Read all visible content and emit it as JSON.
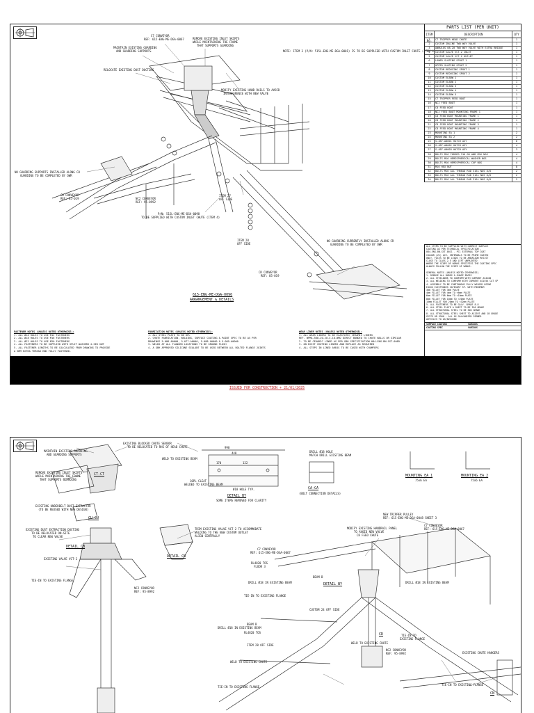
{
  "sheet1": {
    "parts_list": {
      "title": "PARTS LIST (PER UNIT)",
      "headers": [
        "ITEM No.",
        "DESCRIPTION",
        "QTY"
      ],
      "rows": [
        [
          "1",
          "C7 TRIPPER HEAD CHUTE",
          "1"
        ],
        [
          "2",
          "CUSTOM INLINE TWO WAY VALVE",
          "1"
        ],
        [
          "3",
          "ANNULUS 08-20 TWO WAY VALVE WITH EXTRA BRIDGE",
          "1"
        ],
        [
          "4",
          "CUSTOM VALVE VCT-2 INLET",
          "1"
        ],
        [
          "5",
          "CUSTOM VALVE VCT-2 OUTLET",
          "1"
        ],
        [
          "6",
          "LOWER SLOPING SPOUT 1",
          "1"
        ],
        [
          "7",
          "UPPER SLOPING SPOUT 2",
          "1"
        ],
        [
          "8",
          "CUSTOM REDUCING SPOUT 1",
          "1"
        ],
        [
          "9",
          "CUSTOM REDUCING SPOUT 2",
          "1"
        ],
        [
          "10",
          "CUSTOM ELBOW 1",
          "1"
        ],
        [
          "11",
          "CUSTOM ELBOW 2",
          "1"
        ],
        [
          "12",
          "CUSTOM ELBOW 3",
          "1"
        ],
        [
          "13",
          "CUSTOM ELBOW 4",
          "1"
        ],
        [
          "14",
          "CUSTOM ELBOW 5",
          "1"
        ],
        [
          "15",
          "C7 TRIPPER FEED BOOT",
          "1"
        ],
        [
          "16",
          "NC2 FEED BOOT",
          "1"
        ],
        [
          "17",
          "C8 FEED BOOT",
          "1"
        ],
        [
          "18",
          "NC2 FEED BOOT MOUNTING FRAME 1",
          "1"
        ],
        [
          "19",
          "C8 FEED BOOT MOUNTING FRAME 1",
          "1"
        ],
        [
          "20",
          "C8 FEED BOOT MOUNTING FRAME 2",
          "1"
        ],
        [
          "21",
          "C8 FEED BOOT MOUNTING FRAME 3",
          "1"
        ],
        [
          "22",
          "C8 FEED BOOT MOUNTING FRAME 4",
          "1"
        ],
        [
          "23",
          "MOUNTING EA 1",
          "2"
        ],
        [
          "24",
          "MOUNTING EA 2",
          "2"
        ],
        [
          "25",
          "S-4B7-A0001 HATCH ASY",
          "6"
        ],
        [
          "26",
          "S-4B7-A0002 HATCH ASY",
          "4"
        ],
        [
          "27",
          "S-4B7-A0003 HATCH ASY",
          "3"
        ],
        [
          "28",
          "BOLTS M16 FORGED 316 OD AND M16 NOS",
          "4"
        ],
        [
          "29",
          "BOLTS M16 HEMISPHERICAL WASHER NOS",
          "4"
        ],
        [
          "30",
          "BOLTS M16 HEMISPHERICAL CUP NOS",
          "4"
        ],
        [
          "31",
          "M16 HEX NUT",
          "8"
        ],
        [
          "32",
          "BOLTS M16 ALL THREAD ROD 316L NOS 8/8",
          "2"
        ],
        [
          "33",
          "BOLTS M16 ALL THREAD ROD 316L NOS 8/8",
          "2"
        ],
        [
          "34",
          "BOLTS M16 ALL THREAD ROD 316L NOS 8/8",
          "2"
        ]
      ]
    },
    "note_top": "NOTE: ITEM 3 (P/N: 515L-ENG-ME-DGA-0001) IS TO BE SUPPLIED WITH CUSTOM INLET CHUTE (ITEM 4)",
    "callouts": {
      "c7_conveyor": "C7 CONVEYOR",
      "c7_ref": "REF: 615-ENG-ME-DGA-0067",
      "maintain_guarding": "MAINTAIN EXISTING GUARDING",
      "maintain_guarding2": "AND GUARDING SUPPORTS",
      "remove_skirts": "REMOVE EXISTING INLET SKIRTS",
      "remove_skirts2": "WHILE MAINTAINING THE FRAME",
      "remove_skirts3": "THAT SUPPORTS GUARDING",
      "relocate_dust": "RELOCATE EXISTING DUST DUCTING",
      "modify_rails": "MODIFY EXISTING HAND RAILS TO AVOID",
      "modify_rails2": "INTERFERENCE WITH NEW VALVE",
      "no_guarding": "NO GUARDING SUPPORTS INSTALLED ALONG C8",
      "no_guarding2": "GUARDING TO BE COMPLETED BY OWR",
      "c8_conveyor": "C8 CONVEYOR",
      "c8_ref": "REF: 85-019",
      "nc2_conveyor": "NC2 CONVEYOR",
      "nc2_ref": "REF: 95-8992",
      "pn_note": "P/N: 515L-ENG-ME-DGA-0098",
      "pn_note2": "TO BE SUPPLIED WITH CUSTOM INLET CHUTE (ITEM 4)",
      "item27": "ITEM 27",
      "item27b": "OFF SIDE",
      "item28": "ITEM 28",
      "item28b": "OFF SIDE",
      "cr_guarding": "NO GUARDING CURRENTLY INSTALLED ALONG CR",
      "cr_guarding2": "GUARDING TO BE COMPLETED BY OWR",
      "cr_conveyor": "CR CONVEYOR",
      "cr_ref": "REF: 85-019",
      "drawing_title": "615-ENG-ME-DGA-0096",
      "drawing_subtitle": "ARRANGEMENT & DETAILS"
    },
    "fastener_notes": {
      "heading": "FASTENER NOTES (UNLESS NOTED OTHERWISE):",
      "lines": [
        "1.  ALL Ø16 HOLES TO USE M12 FASTENERS",
        "2.  ALL Ø18 HOLES TO USE M16 FASTENERS",
        "3.  ALL Ø22 HOLES TO USE M20 FASTENERS",
        "4.  ALL FASTENERS TO BE SUPPLIED WITH SPLIT WASHERS & HEX NUT",
        "5.  ALL FASTENER LENGTHS TO BE CALCULATED FROM DRAWING TO PROVIDE",
        "    A 5MM EXTRA THREAD END FULLY FASTENED."
      ]
    },
    "fabrication_notes": {
      "heading": "FABRICATION NOTES (UNLESS NOTED OTHERWISE):",
      "lines": [
        "1.  ALL STEEL PLATE TO BE 6PL",
        "2.  CHUTE FABRICATION, WELDING, SURFACE COATING & PAINT SPEC TO BE AS PER",
        "    DRAWINGS 5-086-A0000, 5-077-A0000, 5-088-A0000 & 5-089-A0000",
        "3.  WELDS AT ALL FLANGED LOCATIONS TO BE GROUND FLUSH",
        "4.  A GBH APPROVED SILICONE SEALANT TO BE USED BETWEEN ALL BOLTED FLANGE JOINTS"
      ]
    },
    "wear_notes": {
      "heading": "WEAR LINER NOTES (UNLESS NOTED OTHERWISE):",
      "lines": [
        "1.  ALL WEAR LINERS TO BE ELASTOTEC CERAMIC LINERS",
        "    REF. WPMA-508-20-20-4-18-WHO DIRECT BONDED TO CHUTE WALLS OR SIMILAR",
        "2.  TO BE CERAMIC LINED AS PER GBH SPECIFICATION 084-ENG-BN-SST-0089",
        "3.  ON EXIST CHUTING LINERS AND REPLACE AS REQUIRED",
        "4.  ALL STEPS IN LINED AREAS TO BE CASED WITH CHAMFERS"
      ]
    },
    "general_notes": [
      "ALL ITEMS TO BE SUPPLIED WITH CORRECT SURFACE",
      "COATING AS PER TECHNICAL SPECIFICATION -",
      "084-ENG-BN-SST-0011 - PC1 EXTERNAL TOP COAT",
      "COLOUR (Z1) ACE. INTERNALS TO BE PRIME COATED",
      "ONLY. FACES TO BE LEADS TO BE ABRASION RESIST",
      "CLOSE TO CLASS 2.5 AND LEFT UNPAINTED",
      "WHERE THE SCOPE OF WORKS SPECIFIES THE COATING SPEC",
      "ALWAYS FOLLOW THE SCOPE OF WORKS.",
      "",
      "GENERAL NOTES (UNLESS NOTED OTHERWISE)",
      "1. REMOVE ALL BURRS & SHARP EDGES",
      "2. ALL STEELWORK TO CONFORM WITH CURRENT AS4100",
      "3. ALL WELDING TO CONFORM WITH CURRENT AS1554 CAT SP",
      "4. ASSEMBLY TO BE CONTINUOUS FULLY WELDED USING",
      "   E4XXX ELECTRODES CATEGORY SP. WITH MINIMUM",
      "   3mm FILLET FOR 3mm PLATE",
      "   4mm FILLET FOR 4mm TO <6mm PLATE",
      "   6mm FILLET FOR 6mm TO <10mm PLATE",
      "   8mm FILLET FOR 10mm TO <20mm PLATE",
      "   10mm FILLET FOR 20mm TO <32mm PLATE",
      "5. ALL FASTENERS TO BE GALV. GRADE 8.8",
      "6. ALL STEEL PLATE & SHEET TO BE 350 GRADE",
      "7. ALL STRUCTURAL STEEL TO BE 300 GRADE",
      "8. ALL STRUCTURAL STEEL SHEET TO AS1397 AND 1B GRADE",
      "   G2275 OR G500 - ALL AS GALVANISED FORMED",
      "   ARTICLES TO AS/NZS4680"
    ],
    "coating_table": [
      [
        "SURFACE COATING",
        "VARIOUS"
      ],
      [
        "COATING SPEC",
        "VARIOUS"
      ]
    ],
    "issued": "ISSUED FOR CONSTRUCTION + 21/01/2025"
  },
  "sheet2": {
    "callouts": {
      "blocked_sensor": "EXISTING BLOCKED CHUTE SENSOR",
      "blocked_sensor2": "TO BE RELOCATED TO RHS OF HEAD CHUTE",
      "maintain_guarding": "MAINTAIN EXISTING GUARDING",
      "maintain_guarding2": "AND GUARDING SUPPORTS",
      "weld_beam": "WELD TO EXISTING BEAM",
      "remove_skirts": "REMOVE EXISTING INLET SKIRTS",
      "remove_skirts2": "WHILE MAINTAINING THE FRAME",
      "remove_skirts3": "THAT SUPPORTS GUARDING",
      "ct_ct": "CT-CT",
      "underbelt": "EXISTING UNDERBELT DUST EXTRACTOR",
      "underbelt2": "(TO BE REUSED WITH NEW DESIGN)",
      "cu_cu": "CU-CU",
      "dust_ext": "EXISTING DUST EXTRACTION DUCTING",
      "dust_ext2": "TO BE RELOCATED ON-SITE",
      "dust_ext3": "TO CLEAR NEW VALVE",
      "trim_valve": "TRIM EXISTING VALVE VCT-2 TO ACCOMMODATE",
      "trim_valve2": "WELDING TO THE NEW CUSTOM OUTLET",
      "trim_valve3": "ALIGN CENTRALLY",
      "detail_cb": "DETAIL CB",
      "detail_cb2": "DETAIL CB",
      "existing_vct2": "EXISTING VALVE VCT-2",
      "tiein_flange": "TIE-IN TO EXISTING FLANGE",
      "detail_by": "DETAIL BY",
      "detail_by_sub": "SOME ITEMS REMOVED FOR CLARITY",
      "drill_hole": "DRILL Ø18 HOLE",
      "drill_hole2": "MATCH DRILL EXISTING BEAM",
      "ca_ca": "CA-CA",
      "bolt_details": "(BOLT CONNECTION DETAILS)",
      "mounting_ea1": "MOUNTING EA 1",
      "mounting_ea1_sub": "75x6 EA",
      "mounting_ea2": "MOUNTING EA 2",
      "mounting_ea2_sub": "75x6 EA",
      "dim_990": "990",
      "dim_440": "440",
      "dim_170": "170",
      "dim_122": "122",
      "cleat": "10PL CLEAT",
      "cleat2": "WELDED TO EXISTING BEAM",
      "hole18": "Ø18 HOLE TYP.",
      "new_pulley": "NEW TRIPPER PULLEY",
      "new_pulley2": "REF: 615-ENG-ME-DGA-0048 SHEET 3",
      "c7_conveyor": "C7 CONVEYOR",
      "c7_ref": "REF: 615-ENG-ME-DGA-0067",
      "modify_handrail": "MODIFY EXISTING HANDRAIL PANEL",
      "modify_handrail2": "TO AVOID NEW VALVE",
      "c8_feed": "C8 FEED CHUTE",
      "nc2_conveyor": "NC2 CONVEYOR",
      "nc2_ref": "REF: 95-8992",
      "c7_conveyor_b": "C7 CONVEYOR",
      "c7_ref_b": "REF: 615-ENG-ME-DGA-0067",
      "beam_b": "BEAM B",
      "drill_beam": "DRILL Ø18 IN EXISTING BEAM",
      "floor": "RL4820 TOS",
      "floor2": "FLOOR 3",
      "detail_by_2": "DETAIL BY",
      "drill_beam2": "DRILL Ø18 IN EXISTING BEAM",
      "tiein_flange2": "TIE-IN TO EXISTING FLANGE",
      "custom24": "CUSTOM 24 OFF SIDE",
      "beam_b2": "BEAM B",
      "drill_beam3": "DRILL Ø18 IN EXISTING BEAM",
      "rl": "RL4820 TOS",
      "item28": "ITEM 28 OFF SIDE",
      "weld_chute": "WELD TO EXISTING CHUTE",
      "tiein_flange3": "TIE-IN TO",
      "tiein_flange3b": "EXISTING FLANGE",
      "nc2_conveyor2": "NC2 CONVEYOR",
      "nc2_ref2": "REF: 95-8992",
      "weld_chute2": "WELD TO EXISTING CHUTE",
      "tiein_flange4": "TIE-IN TO EXISTING FLANGE",
      "tiein_flange5": "TIE-IN TO EXISTING FLANGE",
      "chute_hangers": "EXISTING CHUTE HANGERS",
      "cd": "CD",
      "cn": "CN"
    }
  }
}
